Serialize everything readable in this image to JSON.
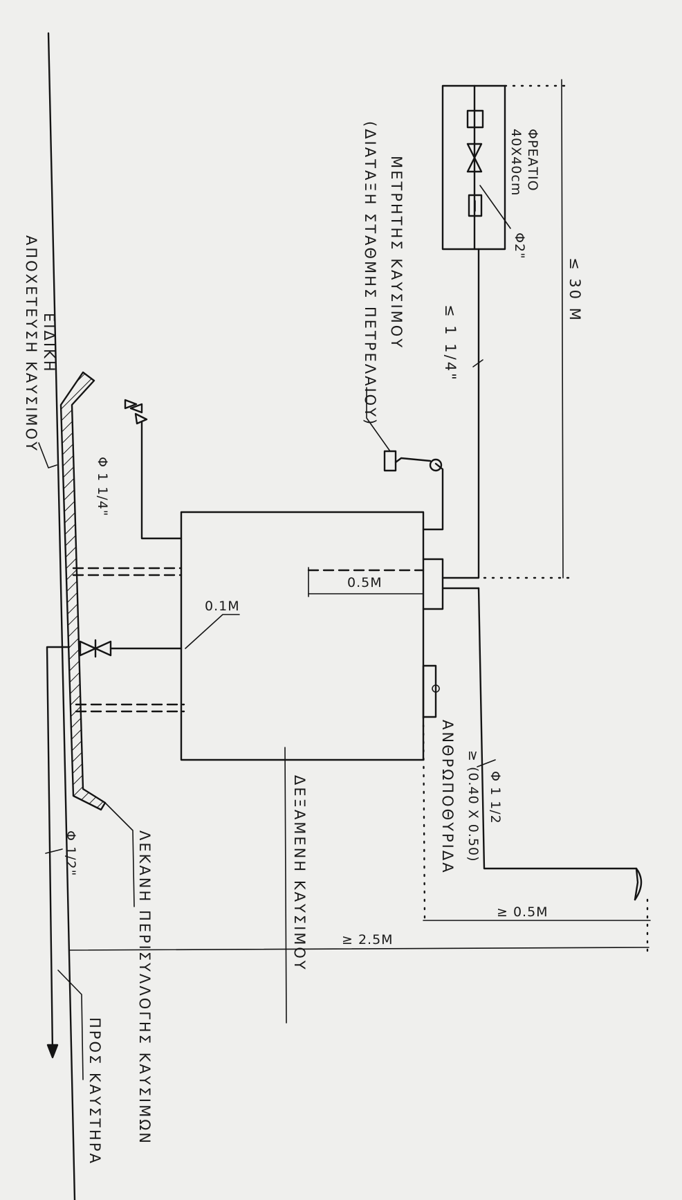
{
  "labels": {
    "meter_line1": "ΜΕΤΡΗΤΗΣ ΚΑΥΣΙΜΟΥ",
    "meter_line2": "(ΔΙΑΤΑΞΗ ΣΤΑΘΜΗΣ ΠΕΤΡΕΛΑΙΟΥ)",
    "drain_line1": "ΕΙΔΙΚΗ",
    "drain_line2": "ΑΠΟΧΕΤΕΥΣΗ ΚΑΥΣΙΜΟΥ",
    "pit_line1": "ΦΡΕΑΤΙΟ",
    "pit_line2": "40Χ40cm",
    "pit_pipe": "Φ2\"",
    "max_30m": "≤ 30 Μ",
    "fill_pipe_max": "≤ 1 1/4\"",
    "vent_pipe": "Φ 1 1/4\"",
    "dim_05m": "0.5Μ",
    "dim_01m": "0.1Μ",
    "dim_ge_05m": "≥ 0.5Μ",
    "dim_ge_25m": "≥ 2.5Μ",
    "pipe_phi_1_half": "Φ 1 1/2",
    "manhole_size": "≥ (0.40 Χ 0.50)",
    "manhole": "ΑΝΘΡΩΠΟΘΥΡΙΔΑ",
    "tank": "ΔΕΞΑΜΕΝΗ ΚΑΥΣΙΜΟΥ",
    "basin": "ΛΕΚΑΝΗ ΠΕΡΙΣΥΛΛΟΓΗΣ ΚΑΥΣΙΜΩΝ",
    "supply_pipe": "Φ 1/2\"",
    "to_burner": "ΠΡΟΣ ΚΑΥΣΤΗΡΑ"
  }
}
